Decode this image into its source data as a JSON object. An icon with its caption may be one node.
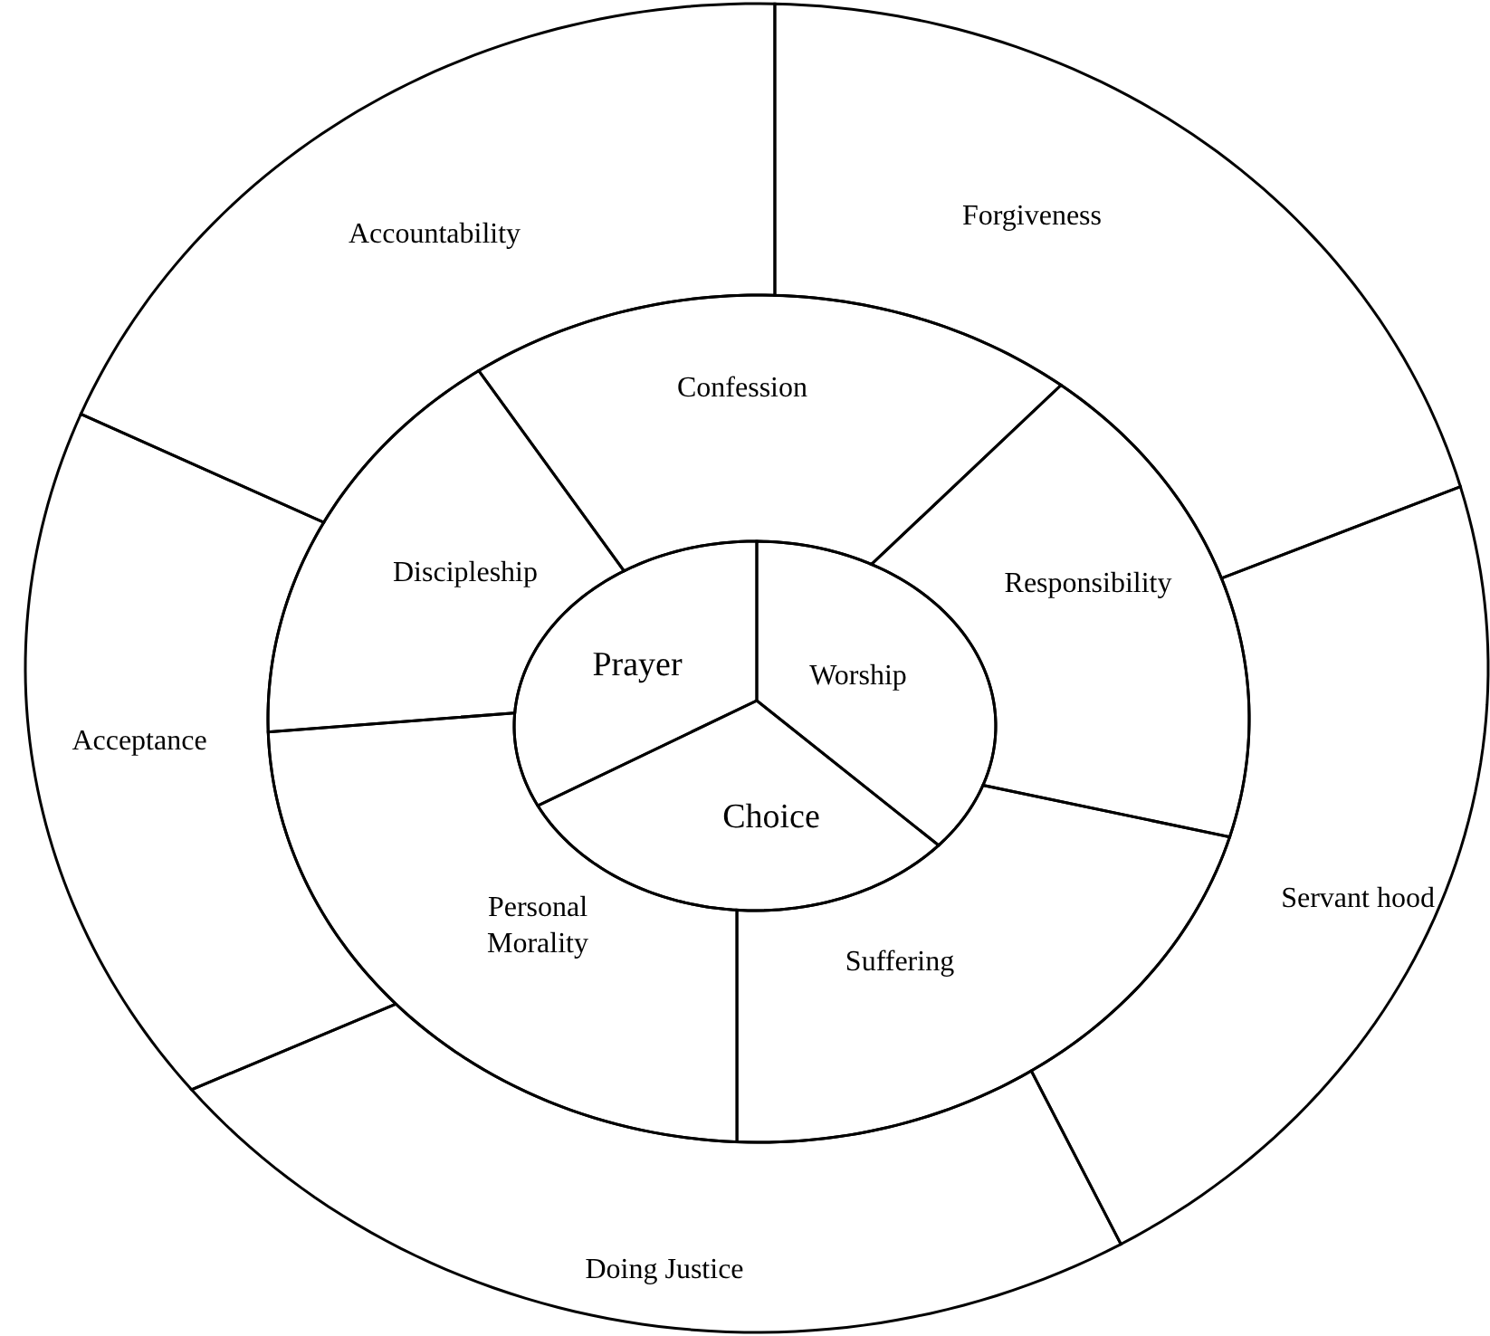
{
  "diagram": {
    "nodes": [
      {
        "text": [
          "Accountability"
        ]
      },
      {
        "text": [
          "Forgiveness"
        ]
      },
      {
        "text": [
          "Servant hood"
        ]
      },
      {
        "text": [
          "Doing Justice"
        ]
      },
      {
        "text": [
          "Acceptance"
        ]
      },
      {
        "text": [
          "Confession"
        ]
      },
      {
        "text": [
          "Responsibility"
        ]
      },
      {
        "text": [
          "Suffering"
        ]
      },
      {
        "text": [
          "Personal Morality"
        ]
      },
      {
        "text": [
          "Discipleship"
        ]
      },
      {
        "text": [
          "Prayer"
        ]
      },
      {
        "text": [
          "Worship"
        ]
      },
      {
        "text": [
          "Choice"
        ]
      }
    ]
  }
}
